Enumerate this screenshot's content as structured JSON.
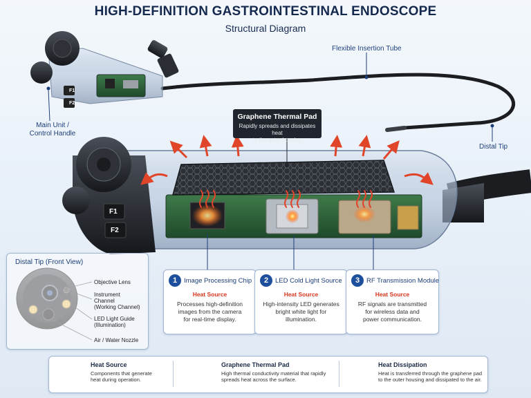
{
  "header": {
    "title": "HIGH-DEFINITION GASTROINTESTINAL ENDOSCOPE",
    "subtitle": "Structural Diagram"
  },
  "labels": {
    "insertion_tube": "Flexible Insertion Tube",
    "main_unit_line1": "Main Unit /",
    "main_unit_line2": "Control Handle",
    "distal_tip": "Distal Tip",
    "button_f1": "F1",
    "button_f2": "F2"
  },
  "thermal_pad_callout": {
    "title": "Graphene Thermal Pad",
    "desc_line1": "Rapidly spreads and dissipates heat",
    "desc_line2": "to the outer housing"
  },
  "components": [
    {
      "number": "1",
      "name": "Image Processing Chip",
      "heat_label": "Heat Source",
      "desc_line1": "Processes high-definition",
      "desc_line2": "images from the camera",
      "desc_line3": "for real-time display."
    },
    {
      "number": "2",
      "name": "LED Cold Light Source",
      "heat_label": "Heat Source",
      "desc_line1": "High-intensity LED generates",
      "desc_line2": "bright white light for",
      "desc_line3": "illumination."
    },
    {
      "number": "3",
      "name": "RF Transmission Module",
      "heat_label": "Heat Source",
      "desc_line1": "RF signals are transmitted",
      "desc_line2": "for wireless data and",
      "desc_line3": "power communication."
    }
  ],
  "distal_view": {
    "title": "Distal Tip (Front View)",
    "objective_lens": "Objective Lens",
    "instrument_line1": "Instrument",
    "instrument_line2": "Channel",
    "instrument_line3": "(Working Channel)",
    "led_line1": "LED Light Guide",
    "led_line2": "(Illumination)",
    "nozzle": "Air / Water Nozzle"
  },
  "legend": {
    "heat_source": {
      "title": "Heat Source",
      "desc_line1": "Components that generate",
      "desc_line2": "heat during operation."
    },
    "thermal_pad": {
      "title": "Graphene Thermal Pad",
      "desc_line1": "High thermal conductivity material that rapidly",
      "desc_line2": "spreads heat across the surface."
    },
    "heat_dissipation": {
      "title": "Heat Dissipation",
      "desc_line1": "Heat is transferred through the graphene pad",
      "desc_line2": "to the outer housing and dissipated to the air."
    }
  },
  "colors": {
    "heat": "#e0452a",
    "accent": "#1d4f9c",
    "title": "#15294f",
    "pad": "#2a2d33"
  }
}
